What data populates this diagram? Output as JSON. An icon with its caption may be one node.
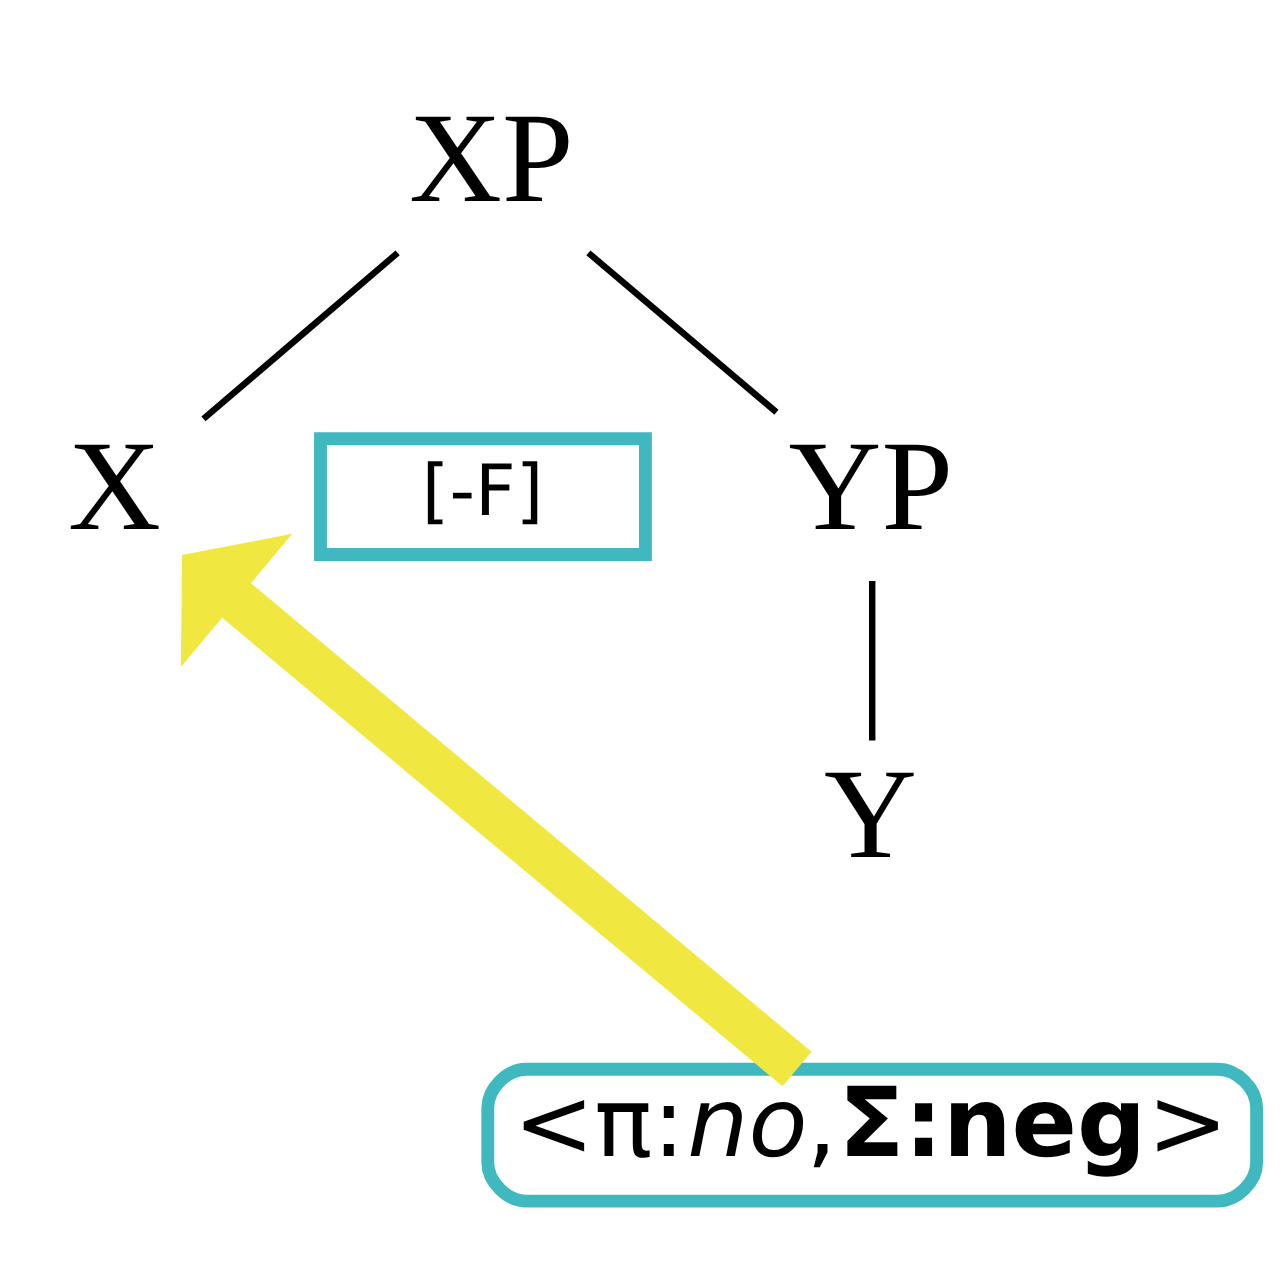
{
  "diagram": {
    "nodes": [
      {
        "text": [
          "XP"
        ]
      },
      {
        "text": [
          "X"
        ]
      },
      {
        "text": [
          "[-F]"
        ]
      },
      {
        "text": [
          "YP"
        ]
      },
      {
        "text": [
          "Y"
        ]
      },
      {
        "text": [
          "<π:*no*,**Σ:neg**>"
        ]
      }
    ],
    "edges": [
      {
        "from": 0,
        "to": 1,
        "arrow": "none"
      },
      {
        "from": 0,
        "to": 3,
        "arrow": "none"
      },
      {
        "from": 3,
        "to": 4,
        "arrow": "none"
      },
      {
        "from": 5,
        "to": 1,
        "arrow": "to",
        "style": "thick",
        "color": "#f0e840"
      }
    ]
  }
}
